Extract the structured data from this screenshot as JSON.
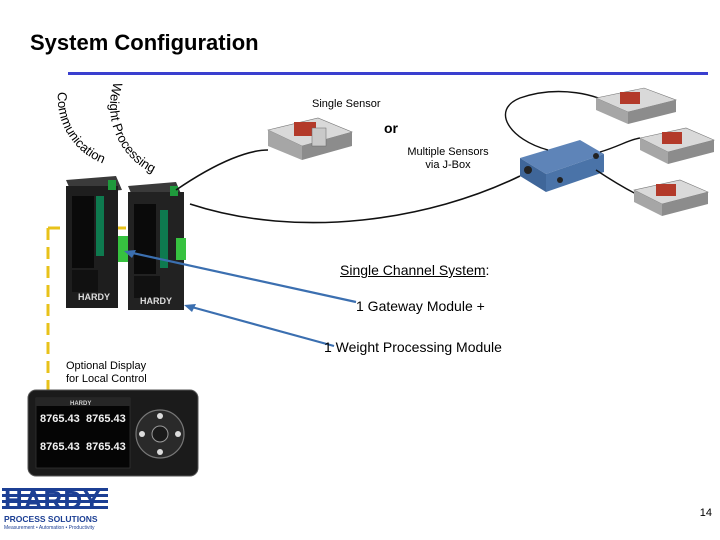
{
  "slide": {
    "title": "System Configuration",
    "page_number": "14",
    "accent_color": "#3a3fcf"
  },
  "arc_labels": {
    "communication": "Communication",
    "weight_processing": "Weight Processing"
  },
  "sensors": {
    "single_label": "Single Sensor",
    "or_label": "or",
    "multiple_label_line1": "Multiple Sensors",
    "multiple_label_line2": "via J-Box"
  },
  "system": {
    "heading": "Single Channel System",
    "heading_suffix": ":",
    "line1": "1 Gateway Module +",
    "line2": "1 Weight Processing Module"
  },
  "display": {
    "caption_line1": "Optional Display",
    "caption_line2": "for Local Control",
    "brand": "HARDY",
    "readout": "8765.43"
  },
  "modules": {
    "brand": "HARDY"
  },
  "logo": {
    "wordmark": "HARDY",
    "subtitle": "PROCESS SOLUTIONS",
    "tagline": "Measurement • Automation • Productivity",
    "color": "#1c3f94"
  }
}
